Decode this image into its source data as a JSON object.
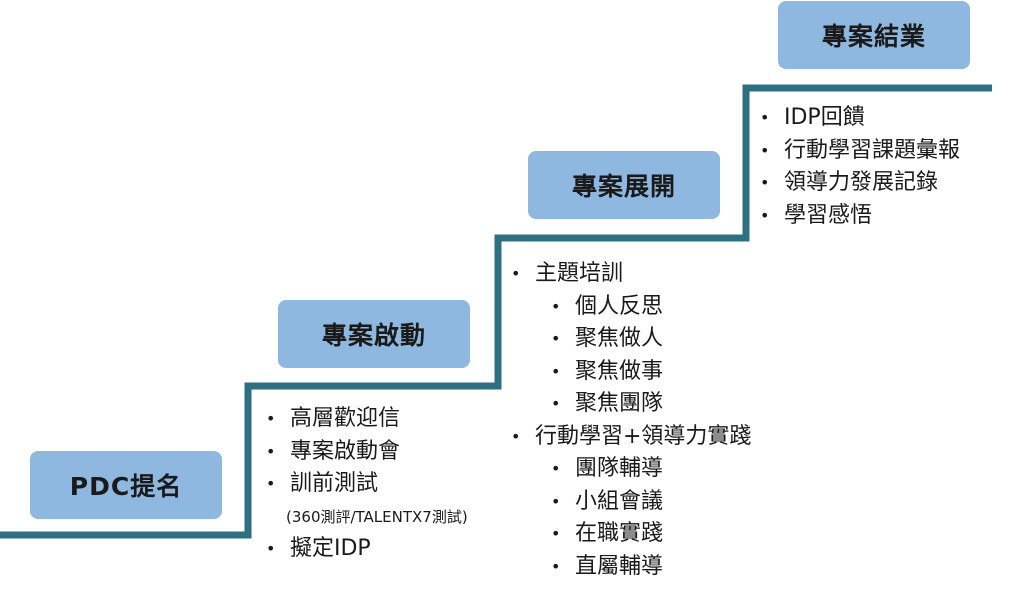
{
  "stages": [
    {
      "label": "PDC提名"
    },
    {
      "label": "專案啟動"
    },
    {
      "label": "專案展開"
    },
    {
      "label": "專案結業"
    }
  ],
  "lists": [
    {
      "items": [
        {
          "text": "高層歡迎信"
        },
        {
          "text": "專案啟動會"
        },
        {
          "text": "訓前測試"
        },
        {
          "text": "(360測評/TALENTX7測試)"
        },
        {
          "text": "擬定IDP"
        }
      ]
    },
    {
      "items": [
        {
          "text": "主題培訓"
        },
        {
          "text": "個人反思"
        },
        {
          "text": "聚焦做人"
        },
        {
          "text": "聚焦做事"
        },
        {
          "text": "聚焦團隊"
        },
        {
          "text": "行動學習+領導力實踐"
        },
        {
          "text": "團隊輔導"
        },
        {
          "text": "小組會議"
        },
        {
          "text": "在職實踐"
        },
        {
          "text": "直屬輔導"
        }
      ]
    },
    {
      "items": [
        {
          "text": "IDP回饋"
        },
        {
          "text": "行動學習課題彙報"
        },
        {
          "text": "領導力發展記錄"
        },
        {
          "text": "學習感悟"
        }
      ]
    }
  ],
  "colors": {
    "stair_line": "#2e6f82",
    "stage_box": "#8fb8e0"
  }
}
